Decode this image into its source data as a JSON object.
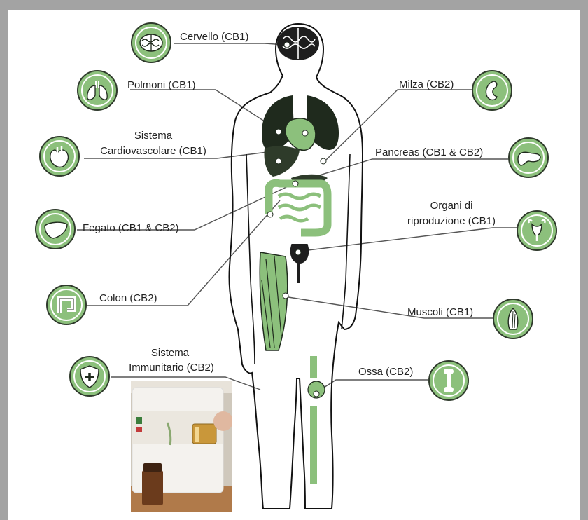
{
  "colors": {
    "green": "#8cc07c",
    "dark": "#1f2a1d",
    "line": "#555555",
    "outline": "#111111"
  },
  "labels": {
    "cervello": "Cervello (CB1)",
    "polmoni": "Polmoni (CB1)",
    "cardio_1": "Sistema",
    "cardio_2": "Cardiovascolare (CB1)",
    "fegato": "Fegato (CB1 & CB2)",
    "colon": "Colon (CB2)",
    "immuno_1": "Sistema",
    "immuno_2": "Immunitario (CB2)",
    "milza": "Milza (CB2)",
    "pancreas": "Pancreas (CB1 & CB2)",
    "organi_1": "Organi di",
    "organi_2": "riproduzione (CB1)",
    "muscoli": "Muscoli (CB1)",
    "ossa": "Ossa (CB2)"
  },
  "icons": {
    "cervello": "brain-icon",
    "polmoni": "lungs-icon",
    "cardio": "heart-icon",
    "fegato": "liver-icon",
    "colon": "colon-icon",
    "immuno": "shield-cross-icon",
    "milza": "spleen-icon",
    "pancreas": "pancreas-icon",
    "organi": "reproductive-organs-icon",
    "muscoli": "muscle-icon",
    "ossa": "bone-icon"
  }
}
